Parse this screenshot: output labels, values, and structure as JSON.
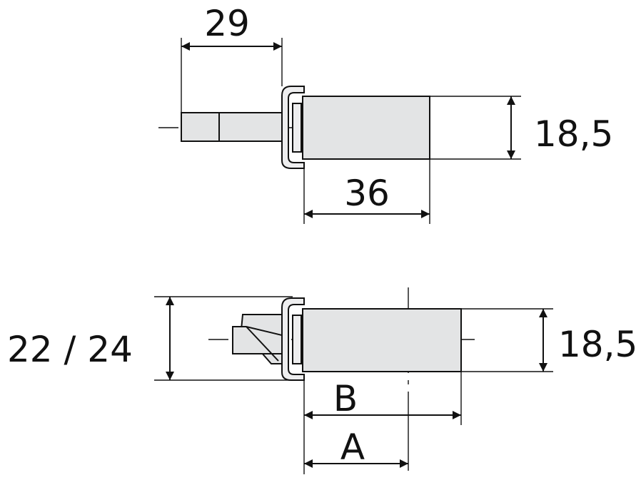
{
  "top_view": {
    "dim_width_arm": "29",
    "dim_length_body": "36",
    "dim_height_body": "18,5"
  },
  "bottom_view": {
    "dim_height_total": "22 / 24",
    "dim_height_body": "18,5",
    "dim_label_b": "B",
    "dim_label_a": "A"
  }
}
